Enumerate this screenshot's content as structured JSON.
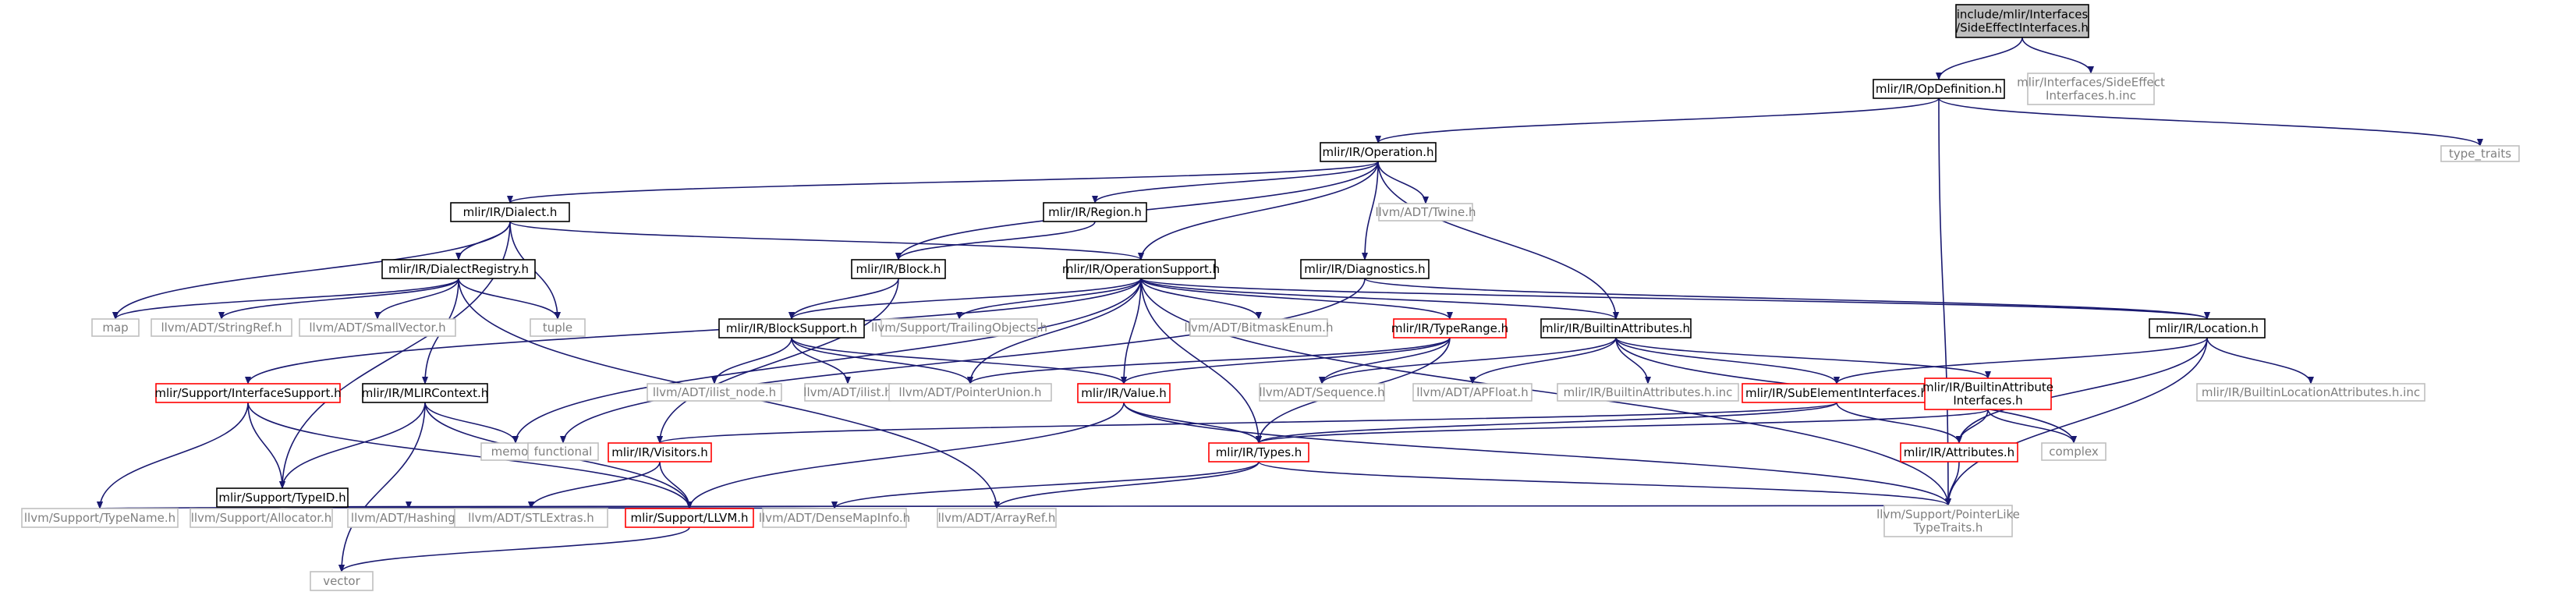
{
  "graph": {
    "colors": {
      "edge": "#191970",
      "root_fill": "#bfbfbf",
      "normal_border": "#000000",
      "link_border": "#ff0000",
      "leaf_border": "#bfbfbf",
      "text": "#000000",
      "leaf_text": "#7f7f7f"
    },
    "nodes": [
      {
        "id": "root",
        "lines": [
          "include/mlir/Interfaces",
          "/SideEffectInterfaces.h"
        ],
        "kind": "root"
      },
      {
        "id": "opdef",
        "lines": [
          "mlir/IR/OpDefinition.h"
        ],
        "kind": "normal"
      },
      {
        "id": "seinc",
        "lines": [
          "mlir/Interfaces/SideEffect",
          "Interfaces.h.inc"
        ],
        "kind": "leaf"
      },
      {
        "id": "operation",
        "lines": [
          "mlir/IR/Operation.h"
        ],
        "kind": "normal"
      },
      {
        "id": "type_traits",
        "lines": [
          "type_traits"
        ],
        "kind": "leaf"
      },
      {
        "id": "dialect",
        "lines": [
          "mlir/IR/Dialect.h"
        ],
        "kind": "normal"
      },
      {
        "id": "region",
        "lines": [
          "mlir/IR/Region.h"
        ],
        "kind": "normal"
      },
      {
        "id": "twine",
        "lines": [
          "llvm/ADT/Twine.h"
        ],
        "kind": "leaf"
      },
      {
        "id": "dialectreg",
        "lines": [
          "mlir/IR/DialectRegistry.h"
        ],
        "kind": "normal"
      },
      {
        "id": "block",
        "lines": [
          "mlir/IR/Block.h"
        ],
        "kind": "normal"
      },
      {
        "id": "opsupport",
        "lines": [
          "mlir/IR/OperationSupport.h"
        ],
        "kind": "normal"
      },
      {
        "id": "diagnostics",
        "lines": [
          "mlir/IR/Diagnostics.h"
        ],
        "kind": "normal"
      },
      {
        "id": "map",
        "lines": [
          "map"
        ],
        "kind": "leaf"
      },
      {
        "id": "stringref",
        "lines": [
          "llvm/ADT/StringRef.h"
        ],
        "kind": "leaf"
      },
      {
        "id": "smallvector",
        "lines": [
          "llvm/ADT/SmallVector.h"
        ],
        "kind": "leaf"
      },
      {
        "id": "tuple",
        "lines": [
          "tuple"
        ],
        "kind": "leaf"
      },
      {
        "id": "blocksupport",
        "lines": [
          "mlir/IR/BlockSupport.h"
        ],
        "kind": "normal"
      },
      {
        "id": "trailingobjects",
        "lines": [
          "llvm/Support/TrailingObjects.h"
        ],
        "kind": "leaf"
      },
      {
        "id": "bitmaskenum",
        "lines": [
          "llvm/ADT/BitmaskEnum.h"
        ],
        "kind": "leaf"
      },
      {
        "id": "typerange",
        "lines": [
          "mlir/IR/TypeRange.h"
        ],
        "kind": "link"
      },
      {
        "id": "builtinattrs",
        "lines": [
          "mlir/IR/BuiltinAttributes.h"
        ],
        "kind": "normal"
      },
      {
        "id": "location",
        "lines": [
          "mlir/IR/Location.h"
        ],
        "kind": "normal"
      },
      {
        "id": "ifacesupport",
        "lines": [
          "mlir/Support/InterfaceSupport.h"
        ],
        "kind": "link"
      },
      {
        "id": "mlircontext",
        "lines": [
          "mlir/IR/MLIRContext.h"
        ],
        "kind": "normal"
      },
      {
        "id": "ilistnode",
        "lines": [
          "llvm/ADT/ilist_node.h"
        ],
        "kind": "leaf"
      },
      {
        "id": "ilist",
        "lines": [
          "llvm/ADT/ilist.h"
        ],
        "kind": "leaf"
      },
      {
        "id": "pointerunion",
        "lines": [
          "llvm/ADT/PointerUnion.h"
        ],
        "kind": "leaf"
      },
      {
        "id": "value",
        "lines": [
          "mlir/IR/Value.h"
        ],
        "kind": "link"
      },
      {
        "id": "sequence",
        "lines": [
          "llvm/ADT/Sequence.h"
        ],
        "kind": "leaf"
      },
      {
        "id": "apfloat",
        "lines": [
          "llvm/ADT/APFloat.h"
        ],
        "kind": "leaf"
      },
      {
        "id": "builtinattrsinc",
        "lines": [
          "mlir/IR/BuiltinAttributes.h.inc"
        ],
        "kind": "leaf"
      },
      {
        "id": "subelem",
        "lines": [
          "mlir/IR/SubElementInterfaces.h"
        ],
        "kind": "link"
      },
      {
        "id": "builtinattrif",
        "lines": [
          "mlir/IR/BuiltinAttribute",
          "Interfaces.h"
        ],
        "kind": "link"
      },
      {
        "id": "builtinlocinc",
        "lines": [
          "mlir/IR/BuiltinLocationAttributes.h.inc"
        ],
        "kind": "leaf"
      },
      {
        "id": "memory",
        "lines": [
          "memory"
        ],
        "kind": "leaf"
      },
      {
        "id": "functional",
        "lines": [
          "functional"
        ],
        "kind": "leaf"
      },
      {
        "id": "visitors",
        "lines": [
          "mlir/IR/Visitors.h"
        ],
        "kind": "link"
      },
      {
        "id": "types",
        "lines": [
          "mlir/IR/Types.h"
        ],
        "kind": "link"
      },
      {
        "id": "attributes",
        "lines": [
          "mlir/IR/Attributes.h"
        ],
        "kind": "link"
      },
      {
        "id": "complex",
        "lines": [
          "complex"
        ],
        "kind": "leaf"
      },
      {
        "id": "typeid",
        "lines": [
          "mlir/Support/TypeID.h"
        ],
        "kind": "normal"
      },
      {
        "id": "typename",
        "lines": [
          "llvm/Support/TypeName.h"
        ],
        "kind": "leaf"
      },
      {
        "id": "allocator",
        "lines": [
          "llvm/Support/Allocator.h"
        ],
        "kind": "leaf"
      },
      {
        "id": "hashing",
        "lines": [
          "llvm/ADT/Hashing.h"
        ],
        "kind": "leaf"
      },
      {
        "id": "stlextras",
        "lines": [
          "llvm/ADT/STLExtras.h"
        ],
        "kind": "leaf"
      },
      {
        "id": "llvmh",
        "lines": [
          "mlir/Support/LLVM.h"
        ],
        "kind": "link"
      },
      {
        "id": "densemapinfo",
        "lines": [
          "llvm/ADT/DenseMapInfo.h"
        ],
        "kind": "leaf"
      },
      {
        "id": "arrayref",
        "lines": [
          "llvm/ADT/ArrayRef.h"
        ],
        "kind": "leaf"
      },
      {
        "id": "ptrliketraits",
        "lines": [
          "llvm/Support/PointerLike",
          "TypeTraits.h"
        ],
        "kind": "leaf"
      },
      {
        "id": "vector",
        "lines": [
          "vector"
        ],
        "kind": "leaf"
      }
    ],
    "edges": [
      [
        "root",
        "opdef"
      ],
      [
        "root",
        "seinc"
      ],
      [
        "opdef",
        "operation"
      ],
      [
        "opdef",
        "type_traits"
      ],
      [
        "opdef",
        "ptrliketraits"
      ],
      [
        "operation",
        "dialect"
      ],
      [
        "operation",
        "region"
      ],
      [
        "operation",
        "twine"
      ],
      [
        "operation",
        "block"
      ],
      [
        "operation",
        "opsupport"
      ],
      [
        "operation",
        "diagnostics"
      ],
      [
        "operation",
        "builtinattrs"
      ],
      [
        "dialect",
        "dialectreg"
      ],
      [
        "dialect",
        "opsupport"
      ],
      [
        "dialect",
        "map"
      ],
      [
        "dialect",
        "tuple"
      ],
      [
        "dialect",
        "typeid"
      ],
      [
        "region",
        "block"
      ],
      [
        "dialectreg",
        "map"
      ],
      [
        "dialectreg",
        "stringref"
      ],
      [
        "dialectreg",
        "smallvector"
      ],
      [
        "dialectreg",
        "tuple"
      ],
      [
        "dialectreg",
        "mlircontext"
      ],
      [
        "dialectreg",
        "arrayref"
      ],
      [
        "block",
        "blocksupport"
      ],
      [
        "block",
        "visitors"
      ],
      [
        "opsupport",
        "blocksupport"
      ],
      [
        "opsupport",
        "trailingobjects"
      ],
      [
        "opsupport",
        "bitmaskenum"
      ],
      [
        "opsupport",
        "typerange"
      ],
      [
        "opsupport",
        "builtinattrs"
      ],
      [
        "opsupport",
        "location"
      ],
      [
        "opsupport",
        "ifacesupport"
      ],
      [
        "opsupport",
        "memory"
      ],
      [
        "opsupport",
        "pointerunion"
      ],
      [
        "opsupport",
        "value"
      ],
      [
        "opsupport",
        "types"
      ],
      [
        "opsupport",
        "ptrliketraits"
      ],
      [
        "diagnostics",
        "location"
      ],
      [
        "diagnostics",
        "functional"
      ],
      [
        "blocksupport",
        "ilistnode"
      ],
      [
        "blocksupport",
        "ilist"
      ],
      [
        "blocksupport",
        "pointerunion"
      ],
      [
        "blocksupport",
        "value"
      ],
      [
        "typerange",
        "value"
      ],
      [
        "typerange",
        "sequence"
      ],
      [
        "typerange",
        "types"
      ],
      [
        "typerange",
        "pointerunion"
      ],
      [
        "builtinattrs",
        "sequence"
      ],
      [
        "builtinattrs",
        "apfloat"
      ],
      [
        "builtinattrs",
        "builtinattrsinc"
      ],
      [
        "builtinattrs",
        "subelem"
      ],
      [
        "builtinattrs",
        "builtinattrif"
      ],
      [
        "builtinattrs",
        "complex"
      ],
      [
        "location",
        "builtinlocinc"
      ],
      [
        "location",
        "subelem"
      ],
      [
        "location",
        "attributes"
      ],
      [
        "location",
        "ptrliketraits"
      ],
      [
        "ifacesupport",
        "typeid"
      ],
      [
        "ifacesupport",
        "typename"
      ],
      [
        "ifacesupport",
        "llvmh"
      ],
      [
        "mlircontext",
        "typeid"
      ],
      [
        "mlircontext",
        "memory"
      ],
      [
        "mlircontext",
        "vector"
      ],
      [
        "mlircontext",
        "llvmh"
      ],
      [
        "value",
        "types"
      ],
      [
        "value",
        "llvmh"
      ],
      [
        "value",
        "ptrliketraits"
      ],
      [
        "subelem",
        "attributes"
      ],
      [
        "subelem",
        "types"
      ],
      [
        "subelem",
        "visitors"
      ],
      [
        "builtinattrif",
        "attributes"
      ],
      [
        "builtinattrif",
        "types"
      ],
      [
        "builtinattrif",
        "complex"
      ],
      [
        "visitors",
        "llvmh"
      ],
      [
        "visitors",
        "stlextras"
      ],
      [
        "types",
        "densemapinfo"
      ],
      [
        "types",
        "arrayref"
      ],
      [
        "types",
        "ptrliketraits"
      ],
      [
        "attributes",
        "ptrliketraits"
      ],
      [
        "typeid",
        "typename"
      ],
      [
        "typeid",
        "allocator"
      ],
      [
        "typeid",
        "hashing"
      ],
      [
        "typeid",
        "stlextras"
      ],
      [
        "typeid",
        "llvmh"
      ],
      [
        "typeid",
        "densemapinfo"
      ],
      [
        "typeid",
        "ptrliketraits"
      ],
      [
        "llvmh",
        "vector"
      ]
    ]
  }
}
